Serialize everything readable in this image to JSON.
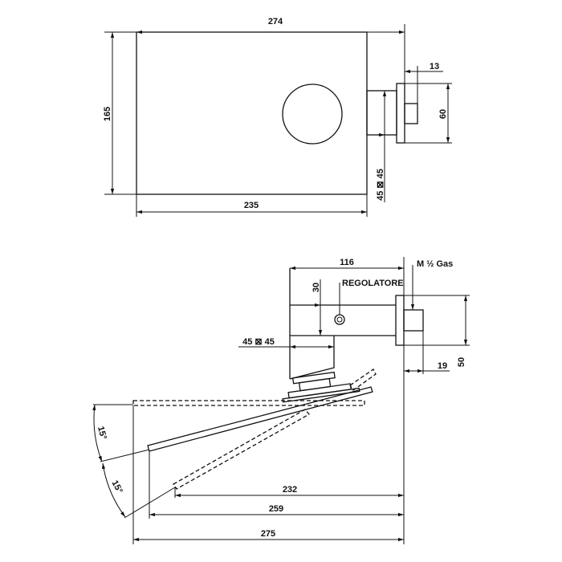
{
  "top_view": {
    "width_top": "274",
    "height_left": "165",
    "width_bottom": "235",
    "flange_depth": "13",
    "flange_height": "60",
    "connector_section": "45 ⊠ 45"
  },
  "side_view": {
    "body_length": "116",
    "thread_label": "M ½ Gas",
    "regulator_label": "REGOLATORE",
    "body_height": "30",
    "section": "45 ⊠ 45",
    "flange_height": "50",
    "flange_depth": "19",
    "angle_upper": "15°",
    "angle_lower": "15°",
    "reach_min": "232",
    "reach_mid": "259",
    "reach_max": "275"
  }
}
